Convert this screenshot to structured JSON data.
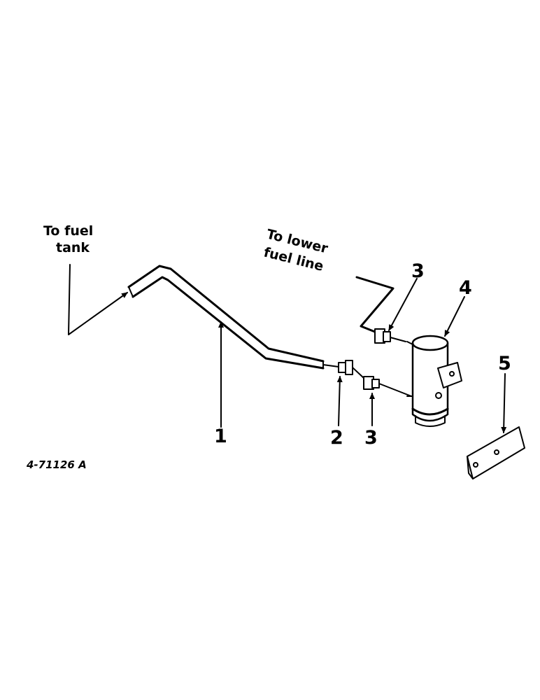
{
  "labels": {
    "fuel_tank_line1": "To fuel",
    "fuel_tank_line2": "tank",
    "lower_line1": "To lower",
    "lower_line2": "fuel line"
  },
  "callouts": {
    "c1": "1",
    "c2": "2",
    "c3a": "3",
    "c3b": "3",
    "c4": "4",
    "c5": "5"
  },
  "figure_ref": "4-71126 A"
}
